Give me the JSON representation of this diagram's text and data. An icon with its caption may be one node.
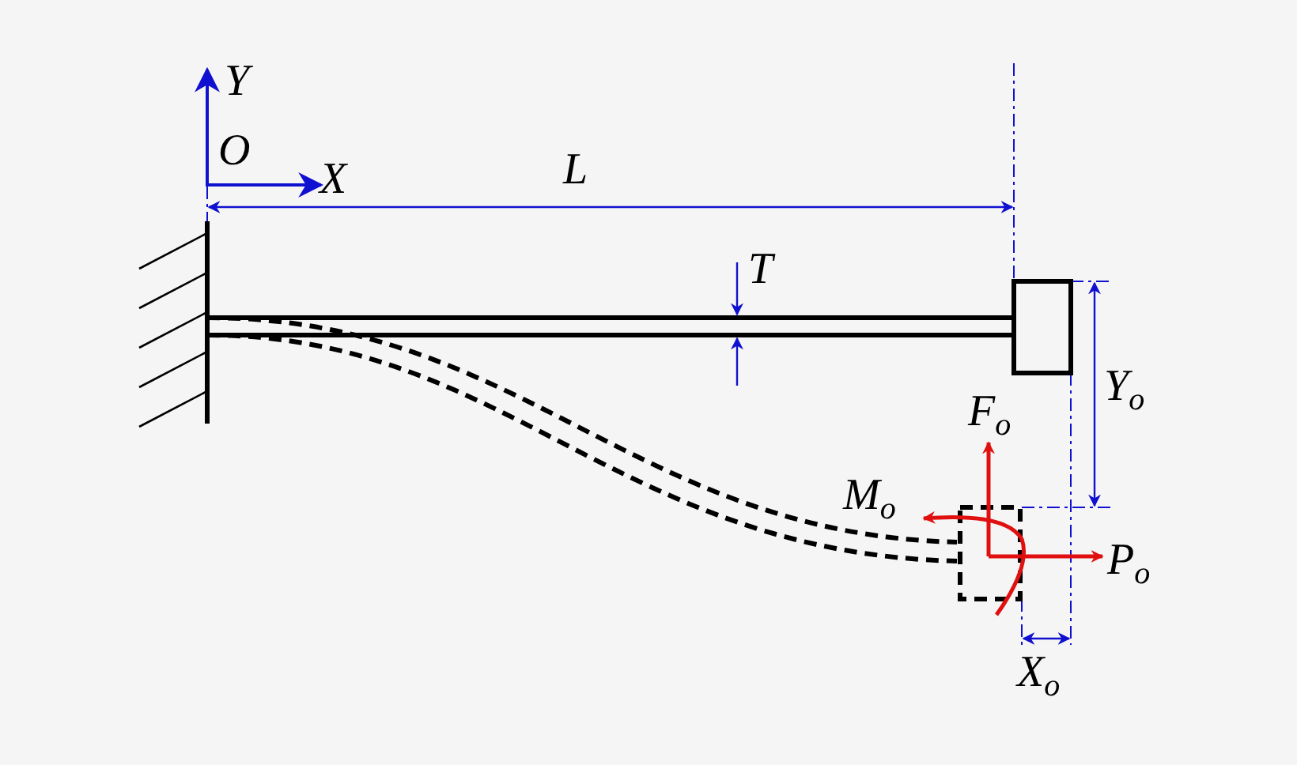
{
  "diagram": {
    "labels": [
      "Y",
      "O",
      "X",
      "L",
      "T",
      "Y$_{o}$",
      "F$_{o}$",
      "M$_{o}$",
      "P$_{o}$",
      "X$_{o}$"
    ]
  }
}
